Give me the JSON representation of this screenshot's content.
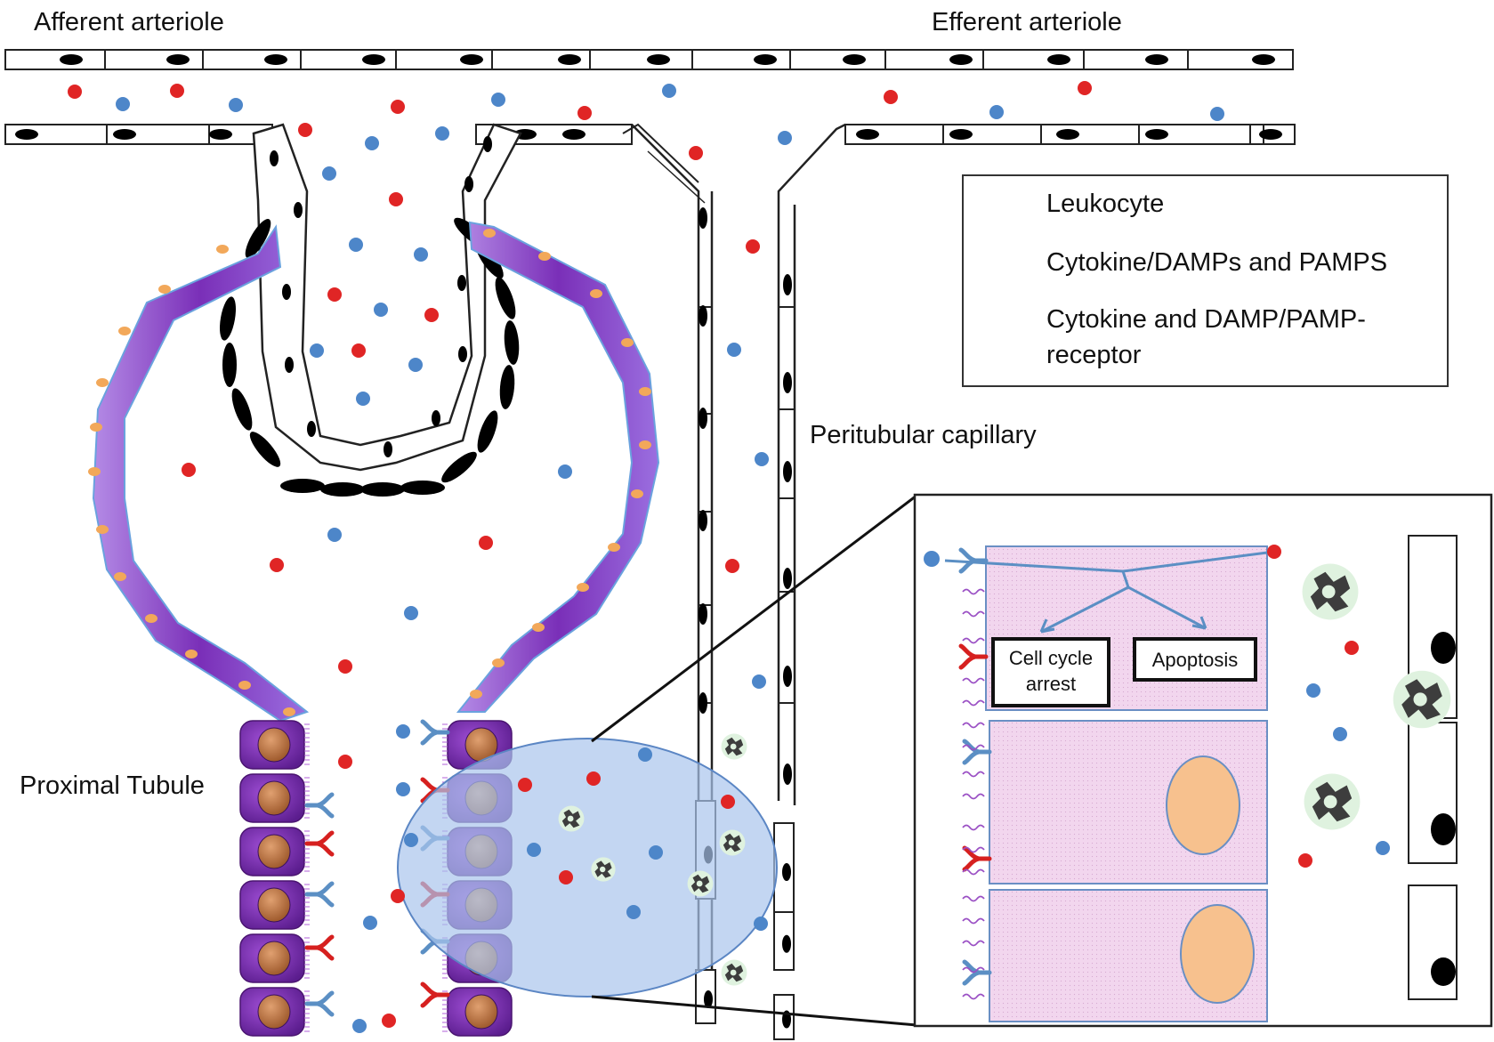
{
  "labels": {
    "afferent": "Afferent arteriole",
    "efferent": "Efferent arteriole",
    "peritubular": "Peritubular capillary",
    "proximal": "Proximal Tubule"
  },
  "legend": {
    "leukocyte": "Leukocyte",
    "cytokine": "Cytokine/DAMPs and PAMPS",
    "receptor_line1": "Cytokine and DAMP/PAMP-",
    "receptor_line2": "receptor"
  },
  "inset": {
    "cell_cycle_line1": "Cell cycle",
    "cell_cycle_line2": "arrest",
    "apoptosis": "Apoptosis"
  },
  "colors": {
    "cytokine_red": "#e02525",
    "cytokine_blue": "#4d86c9",
    "receptor_red": "#d6201f",
    "receptor_blue": "#5b8fc4",
    "tubule_purple": "#8a3fc6",
    "nucleus_orange": "#f2a85a",
    "zoom_blue": "#a9c4ec",
    "inset_pink": "#f2d6ee"
  }
}
